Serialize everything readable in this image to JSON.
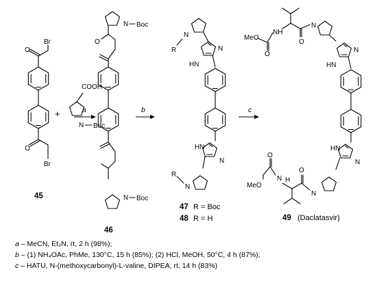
{
  "compounds": {
    "c45": {
      "label": "45",
      "atom_br_top": "Br",
      "atom_br_bottom": "Br",
      "atom_o_top": "O",
      "atom_o_bottom": "O"
    },
    "proline": {
      "atom_cooh": "COOH",
      "atom_n": "N",
      "atom_boc": "Boc",
      "plus": "+"
    },
    "c46": {
      "label": "46",
      "atom_n_top": "N",
      "atom_boc_top": "Boc",
      "atom_n_bottom": "N",
      "atom_boc_bottom": "Boc",
      "atom_o": "O"
    },
    "c47_48": {
      "atom_r_top": "R",
      "atom_n_top": "N",
      "atom_r_bottom": "R",
      "atom_n_bottom": "N",
      "atom_hn": "HN",
      "atom_n_imid": "N",
      "label_47": "47",
      "desc_47": "R = Boc",
      "label_48": "48",
      "desc_48": "R = H"
    },
    "c49": {
      "label": "49",
      "name": "(Daclatasvir)",
      "atom_meo": "MeO",
      "atom_nh": "NH",
      "atom_hn": "HN",
      "atom_n": "N",
      "atom_o": "O",
      "atom_h": "H"
    }
  },
  "arrows": [
    {
      "label": "a"
    },
    {
      "label": "b"
    },
    {
      "label": "c"
    }
  ],
  "conditions": [
    {
      "key": "a",
      "text": "– MeCN, Et₃N, rt, 2 h (98%);"
    },
    {
      "key": "b",
      "text": "– (1) NH₄OAc, PhMe, 130°C, 15 h (85%); (2) HCl, MeOH, 50°C, 4 h (87%);"
    },
    {
      "key": "c",
      "text": "– HATU, N-(methoxycarbonyl)-L-valine, DIPEA, rt, 14 h (83%)"
    }
  ]
}
